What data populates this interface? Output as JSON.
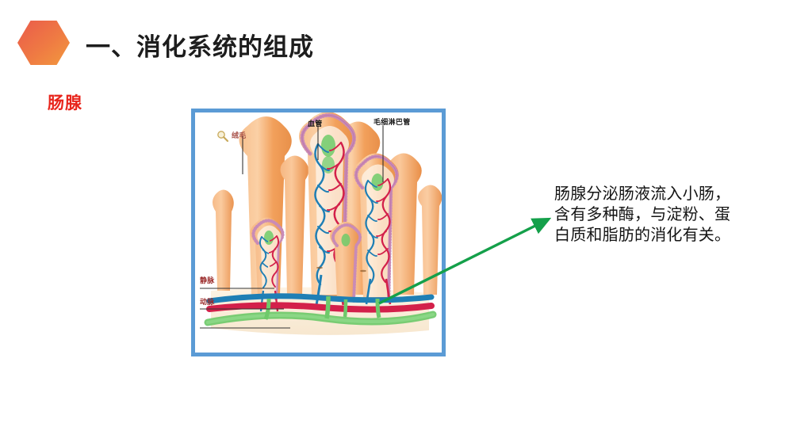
{
  "slide": {
    "background_color": "#ffffff",
    "title": "一、消化系统的组成",
    "title_color": "#1d1d1d",
    "bullet_icon": "hexagon-icon",
    "bullet_gradient_from": "#ea5b4b",
    "bullet_gradient_to": "#f0933f"
  },
  "subheading": {
    "text": "肠腺",
    "color": "#e8251c"
  },
  "diagram": {
    "frame_color": "#5b9bd5",
    "title_alt": "小肠绒毛结构示意图",
    "labels": [
      {
        "id": "villi",
        "text": "绒毛",
        "color": "#a8524a",
        "icon": "magnifier-icon"
      },
      {
        "id": "vessel",
        "text": "血管",
        "color": "#1a1a1a",
        "icon": "leader-line"
      },
      {
        "id": "lymph",
        "text": "毛细淋巴管",
        "color": "#1a1a1a",
        "icon": "leader-line"
      },
      {
        "id": "vein",
        "text": "静脉",
        "color": "#9b2b2b",
        "icon": "leader-line"
      },
      {
        "id": "artery",
        "text": "动脉",
        "color": "#9b2b2b",
        "icon": "leader-line"
      }
    ],
    "colors": {
      "villus_body": "#f4a460",
      "villus_body_light": "#fbc68e",
      "epithelium": "#c98bb6",
      "artery_red": "#d3204a",
      "vein_blue": "#1f7fb5",
      "lymph_green": "#4caf50"
    }
  },
  "annotation": {
    "arrow_color": "#14a04a",
    "arrow_name": "green-arrow",
    "line1": "肠腺分泌肠液流入小肠，",
    "line2": "含有多种酶，与淀粉、蛋",
    "line3": "白质和脂肪的消化有关。"
  }
}
